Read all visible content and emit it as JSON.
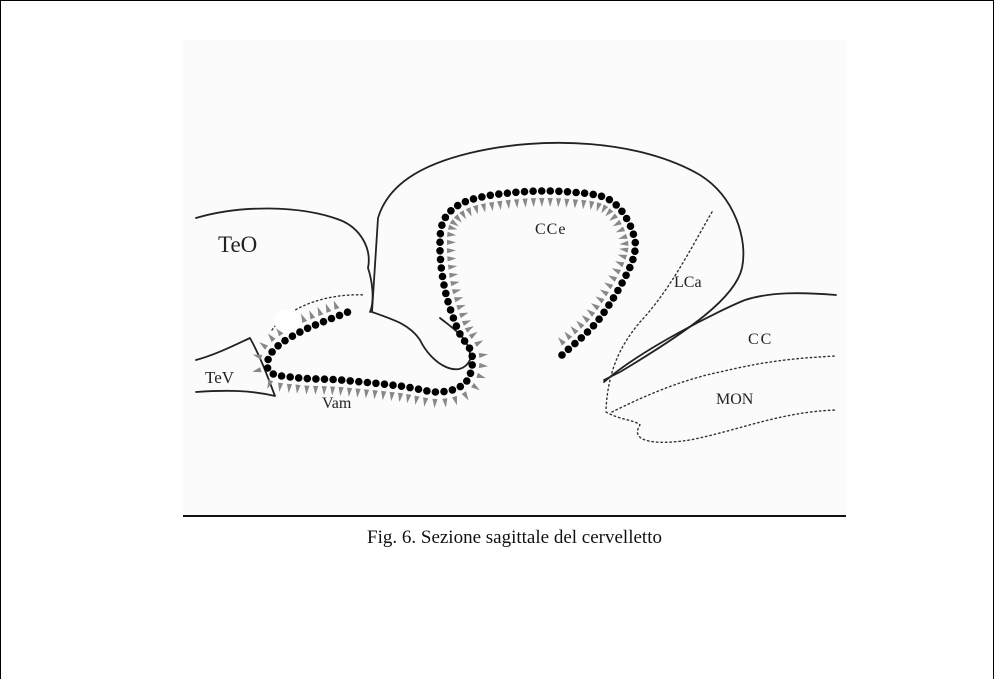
{
  "figure": {
    "caption": "Fig. 6. Sezione sagittale del cervelletto",
    "labels": {
      "teo": "TeO",
      "tev": "TeV",
      "vam": "Vam",
      "cce": "CCe",
      "lca": "LCa",
      "cc": "CC",
      "mon": "MON"
    }
  }
}
